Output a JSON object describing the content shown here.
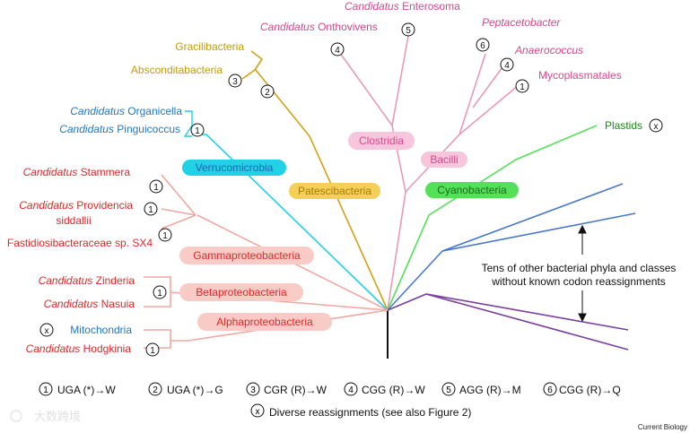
{
  "colors": {
    "red": "#dd2a2a",
    "pink": "#d9478e",
    "blue_text": "#1f78c8",
    "gold": "#d4a017",
    "cyan": "#21d1e6",
    "green": "#55e05a",
    "blue": "#4878cc",
    "purple": "#7a3fa0",
    "salmon": "#f0a8a0",
    "pink_branch": "#e89ab8"
  },
  "taxa": {
    "enterosoma": {
      "genus": "Candidatus",
      "name": "Enterosoma"
    },
    "onthovivens": {
      "genus": "Candidatus",
      "name": "Onthovivens"
    },
    "peptacetobacter": {
      "name": "Peptacetobacter"
    },
    "anaerococcus": {
      "name": "Anaerococcus"
    },
    "mycoplasmatales": {
      "name": "Mycoplasmatales"
    },
    "gracilibacteria": {
      "name": "Gracilibacteria"
    },
    "absconditabacteria": {
      "name": "Absconditabacteria"
    },
    "organicella": {
      "genus": "Candidatus",
      "name": "Organicella"
    },
    "pinguicoccus": {
      "genus": "Candidatus",
      "name": "Pinguicoccus"
    },
    "plastids": {
      "name": "Plastids"
    },
    "stammera": {
      "genus": "Candidatus",
      "name": "Stammera"
    },
    "providencia": {
      "genus": "Candidatus",
      "name": "Providencia",
      "line2": "siddallii"
    },
    "fastidiosi": {
      "name": "Fastidiosibacteraceae sp. SX4"
    },
    "zinderia": {
      "genus": "Candidatus",
      "name": "Zinderia"
    },
    "nasuia": {
      "genus": "Candidatus",
      "name": "Nasuia"
    },
    "mitochondria": {
      "name": "Mitochondria"
    },
    "hodgkinia": {
      "genus": "Candidatus",
      "name": "Hodgkinia"
    }
  },
  "groups": {
    "clostridia": "Clostridia",
    "bacilli": "Bacilli",
    "verrucomicrobia": "Verrucomicrobia",
    "patescibacteria": "Patescibacteria",
    "cyanobacteria": "Cyanobacteria",
    "gammaproteobacteria": "Gammaproteobacteria",
    "betaproteobacteria": "Betaproteobacteria",
    "alphaproteobacteria": "Alphaproteobacteria"
  },
  "markers": {
    "enterosoma": "5",
    "onthovivens": "4",
    "peptacetobacter": "6",
    "anaerococcus": "4",
    "mycoplasmatales": "1",
    "absconditabacteria": "3",
    "gracili_branch": "2",
    "pinguicoccus": "1",
    "plastids": "x",
    "stammera": "1",
    "providencia": "1",
    "fastidiosi": "1",
    "beta": "1",
    "mitochondria": "x",
    "hodgkinia": "1"
  },
  "annotation": {
    "line1": "Tens of other bacterial phyla and classes",
    "line2": "without known codon reassignments"
  },
  "legend": [
    {
      "num": "1",
      "text": "UGA (*)→W"
    },
    {
      "num": "2",
      "text": "UGA (*)→G"
    },
    {
      "num": "3",
      "text": "CGR (R)→W"
    },
    {
      "num": "4",
      "text": "CGG (R)→W"
    },
    {
      "num": "5",
      "text": "AGG (R)→M"
    },
    {
      "num": "6",
      "text": "CGG (R)→Q"
    }
  ],
  "legend_x": {
    "num": "x",
    "text": "Diverse reassignments (see also Figure 2)"
  },
  "credit": "Current Biology",
  "watermark": "大数跨境"
}
